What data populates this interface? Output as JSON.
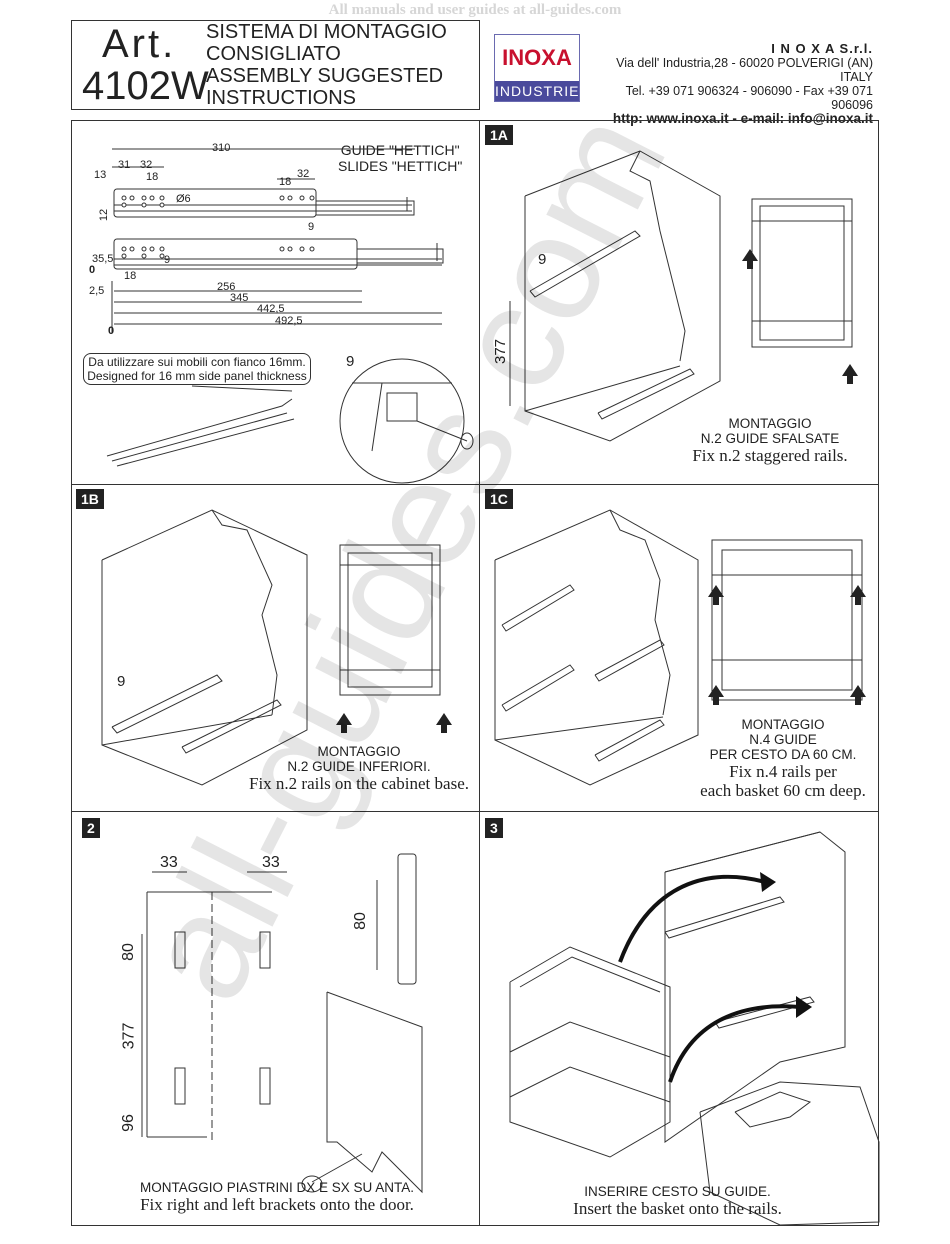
{
  "watermark_top": "All manuals and user guides at all-guides.com",
  "watermark_diagonal": "all-guides.com",
  "header": {
    "art_label": "Art.",
    "art_number": "4102W",
    "title_lines": [
      "SISTEMA DI MONTAGGIO",
      "CONSIGLIATO",
      "ASSEMBLY SUGGESTED",
      "INSTRUCTIONS"
    ],
    "logo_top": "INOXA",
    "logo_bottom": "INDUSTRIE",
    "company_name": "I N O X A  S.r.l.",
    "company_address": "Via dell' Industria,28 - 60020 POLVERIGI (AN) ITALY",
    "company_phone": "Tel. +39 071 906324 - 906090 - Fax +39 071 906096",
    "company_web": "http: www.inoxa.it  -  e-mail: info@inoxa.it"
  },
  "panel0": {
    "guide_it": "GUIDE \"HETTICH\"",
    "guide_en": "SLIDES \"HETTICH\"",
    "note_it": "Da utilizzare sui mobili con fianco 16mm.",
    "note_en": "Designed for 16 mm side panel thickness",
    "dims": {
      "d310": "310",
      "d31": "31",
      "d32a": "32",
      "d13": "13",
      "d18a": "18",
      "d18b": "18",
      "d32b": "32",
      "d6": "Ø6",
      "d12": "12",
      "d9a": "9",
      "d355": "35,5",
      "d0a": "0",
      "d18c": "18",
      "d9b": "9",
      "d256": "256",
      "d25": "2,5",
      "d345": "345",
      "d4425": "442,5",
      "d4925": "492,5",
      "d0b": "0",
      "d9c": "9"
    }
  },
  "panel1A": {
    "badge": "1A",
    "dim9": "9",
    "dim377": "377",
    "cap_it1": "MONTAGGIO",
    "cap_it2": "N.2 GUIDE SFALSATE",
    "cap_en": "Fix n.2 staggered rails."
  },
  "panel1B": {
    "badge": "1B",
    "dim9": "9",
    "cap_it1": "MONTAGGIO",
    "cap_it2": "N.2 GUIDE  INFERIORI.",
    "cap_en": "Fix n.2 rails on the cabinet base."
  },
  "panel1C": {
    "badge": "1C",
    "cap_it1": "MONTAGGIO",
    "cap_it2": "N.4 GUIDE",
    "cap_it3": "PER CESTO DA 60 CM.",
    "cap_en1": "Fix n.4 rails per",
    "cap_en2": "each basket 60 cm deep."
  },
  "panel2": {
    "badge": "2",
    "d33a": "33",
    "d33b": "33",
    "d80a": "80",
    "d377": "377",
    "d96": "96",
    "d80b": "80",
    "cap_it": "MONTAGGIO PIASTRINI DX E SX SU ANTA.",
    "cap_en": "Fix right and left brackets onto the door."
  },
  "panel3": {
    "badge": "3",
    "cap_it": "INSERIRE CESTO SU GUIDE.",
    "cap_en": "Insert the basket onto the rails."
  }
}
